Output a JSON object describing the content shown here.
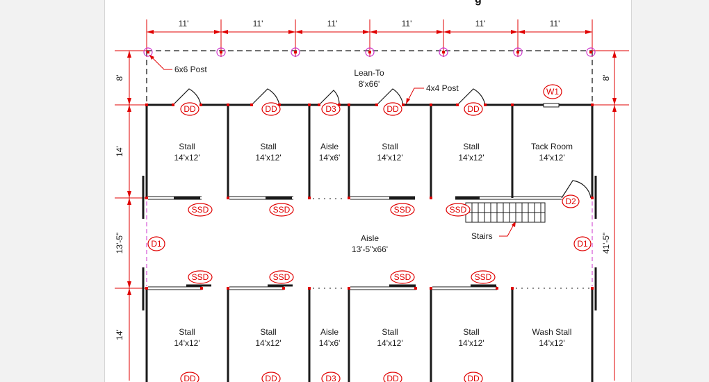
{
  "colors": {
    "dimension": "#e00000",
    "wall": "#1a1a1a",
    "post_marker": "#cc33cc",
    "paper": "#ffffff"
  },
  "dimensions": {
    "top_bays": [
      "11'",
      "11'",
      "11'",
      "11'",
      "11'",
      "11'"
    ],
    "left_lean_to": "8'",
    "left_stall_row_top": "14'",
    "left_aisle": "13'-5\"",
    "left_stall_row_bottom": "14'",
    "right_lean_to": "8'",
    "right_overall": "41'-5\""
  },
  "lean_to": {
    "name": "Lean-To",
    "size": "8'x66'"
  },
  "callouts": {
    "post_6x6": "6x6 Post",
    "post_4x4": "4x4 Post",
    "stairs": "Stairs"
  },
  "window_tag": "W1",
  "top_row": [
    {
      "name": "Stall",
      "size": "14'x12'"
    },
    {
      "name": "Stall",
      "size": "14'x12'"
    },
    {
      "name": "Aisle",
      "size": "14'x6'"
    },
    {
      "name": "Stall",
      "size": "14'x12'"
    },
    {
      "name": "Stall",
      "size": "14'x12'"
    },
    {
      "name": "Tack Room",
      "size": "14'x12'"
    }
  ],
  "top_door_tags": [
    "DD",
    "DD",
    "D3",
    "DD",
    "DD"
  ],
  "top_ssd_tags": [
    "SSD",
    "SSD",
    "SSD",
    "SSD"
  ],
  "tack_door_tag": "D2",
  "center_aisle": {
    "name": "Aisle",
    "size": "13'-5\"x66'"
  },
  "end_door_tags": [
    "D1",
    "D1"
  ],
  "bottom_ssd_tags": [
    "SSD",
    "SSD",
    "SSD",
    "SSD"
  ],
  "bottom_row": [
    {
      "name": "Stall",
      "size": "14'x12'"
    },
    {
      "name": "Stall",
      "size": "14'x12'"
    },
    {
      "name": "Aisle",
      "size": "14'x6'"
    },
    {
      "name": "Stall",
      "size": "14'x12'"
    },
    {
      "name": "Stall",
      "size": "14'x12'"
    },
    {
      "name": "Wash Stall",
      "size": "14'x12'"
    }
  ],
  "bottom_door_tags": [
    "DD",
    "DD",
    "D3",
    "DD",
    "DD"
  ]
}
